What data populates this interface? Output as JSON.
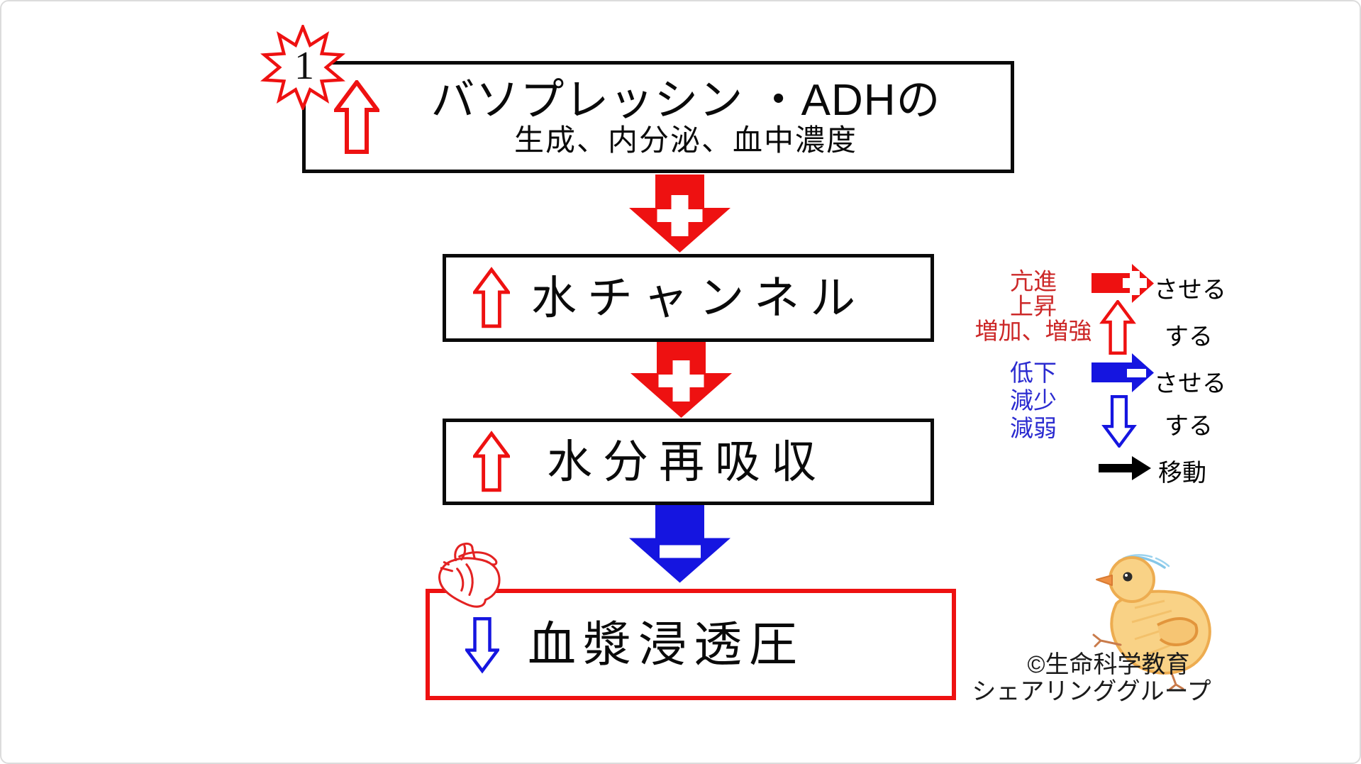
{
  "badge": {
    "number": "1"
  },
  "flow": {
    "boxes": [
      {
        "title": "バソプレッシン ・ADHの",
        "subtitle": "生成、内分泌、血中濃度"
      },
      {
        "title": "水チャンネル"
      },
      {
        "title": "水分再吸収"
      },
      {
        "title": "血漿浸透圧"
      }
    ]
  },
  "legend": {
    "increase": {
      "terms": [
        "亢進",
        "上昇",
        "増加、増強"
      ],
      "cause_label": "させる",
      "self_label": "する"
    },
    "decrease": {
      "terms": [
        "低下",
        "減少",
        "減弱"
      ],
      "cause_label": "させる",
      "self_label": "する"
    },
    "move_label": "移動"
  },
  "credit": {
    "line1": "©生命科学教育",
    "line2": "シェアリンググループ"
  },
  "colors": {
    "red": "#ee1111",
    "blue": "#1515e0",
    "red_text": "#cc2828",
    "blue_text": "#2b2bd0",
    "ink": "#0a0a0a"
  }
}
